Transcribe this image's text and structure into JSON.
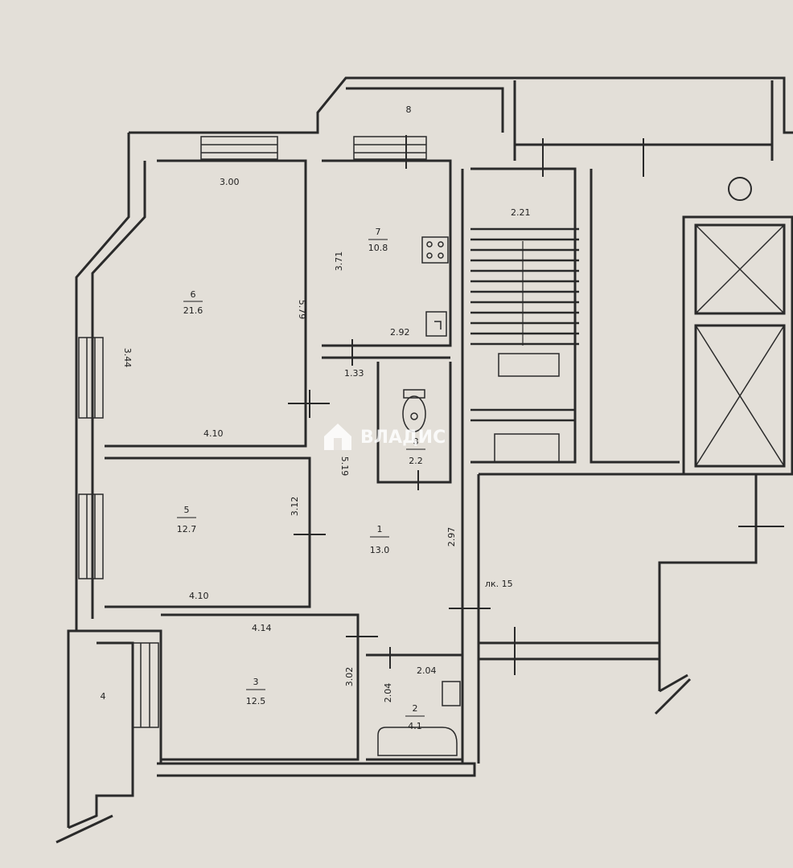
{
  "rooms": [
    {
      "id": "room-6",
      "number": "6",
      "area": "21.6"
    },
    {
      "id": "room-7",
      "number": "7",
      "area": "10.8"
    },
    {
      "id": "room-5",
      "number": "5",
      "area": "12.7"
    },
    {
      "id": "room-1",
      "number": "1",
      "area": "13.0"
    },
    {
      "id": "room-3",
      "number": "3",
      "area": "12.5"
    },
    {
      "id": "room-2",
      "number": "2",
      "area": "4.1"
    },
    {
      "id": "room-8",
      "number": "8",
      "area": "2.2"
    }
  ],
  "balcony_labels": {
    "top": "8",
    "left": "4"
  },
  "dimensions": [
    {
      "id": "dim-300",
      "text": "3.00"
    },
    {
      "id": "dim-344",
      "text": "3.44"
    },
    {
      "id": "dim-579",
      "text": "5.79"
    },
    {
      "id": "dim-410a",
      "text": "4.10"
    },
    {
      "id": "dim-371",
      "text": "3.71"
    },
    {
      "id": "dim-292",
      "text": "2.92"
    },
    {
      "id": "dim-133",
      "text": "1.33"
    },
    {
      "id": "dim-221",
      "text": "2.21"
    },
    {
      "id": "dim-312",
      "text": "3.12"
    },
    {
      "id": "dim-410b",
      "text": "4.10"
    },
    {
      "id": "dim-519",
      "text": "5.19"
    },
    {
      "id": "dim-297",
      "text": "2.97"
    },
    {
      "id": "dim-414",
      "text": "4.14"
    },
    {
      "id": "dim-302",
      "text": "3.02"
    },
    {
      "id": "dim-204a",
      "text": "2.04"
    },
    {
      "id": "dim-204b",
      "text": "2.04"
    },
    {
      "id": "dim-lk",
      "text": "лк. 15"
    }
  ],
  "watermark": {
    "text": "ВЛАДИС"
  }
}
